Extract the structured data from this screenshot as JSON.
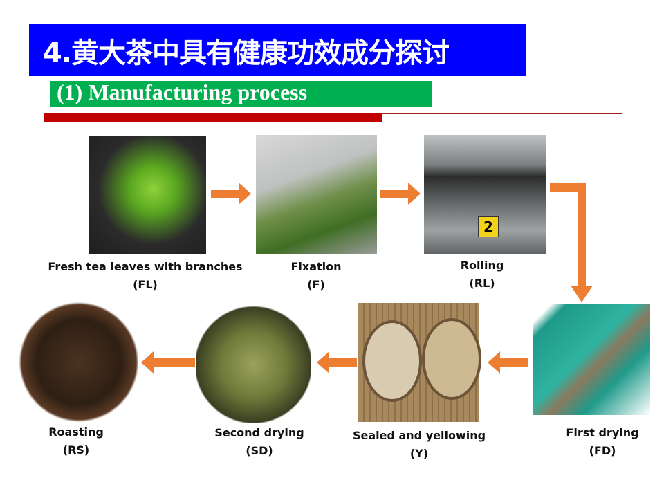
{
  "title": "4.黄大茶中具有健康功效成分探讨",
  "subtitle": "(1) Manufacturing process",
  "colors": {
    "title_bg": "#0000ff",
    "subtitle_bg": "#00b050",
    "accent_bar": "#c00000",
    "arrow": "#ed7d31"
  },
  "steps": [
    {
      "name": "Fresh tea leaves with branches",
      "abbr": "(FL)"
    },
    {
      "name": "Fixation",
      "abbr": "(F)"
    },
    {
      "name": "Rolling",
      "abbr": "(RL)"
    },
    {
      "name": "First drying",
      "abbr": "(FD)"
    },
    {
      "name": "Sealed and yellowing",
      "abbr": "(Y)"
    },
    {
      "name": "Second drying",
      "abbr": "(SD)"
    },
    {
      "name": "Roasting",
      "abbr": "(RS)"
    }
  ]
}
